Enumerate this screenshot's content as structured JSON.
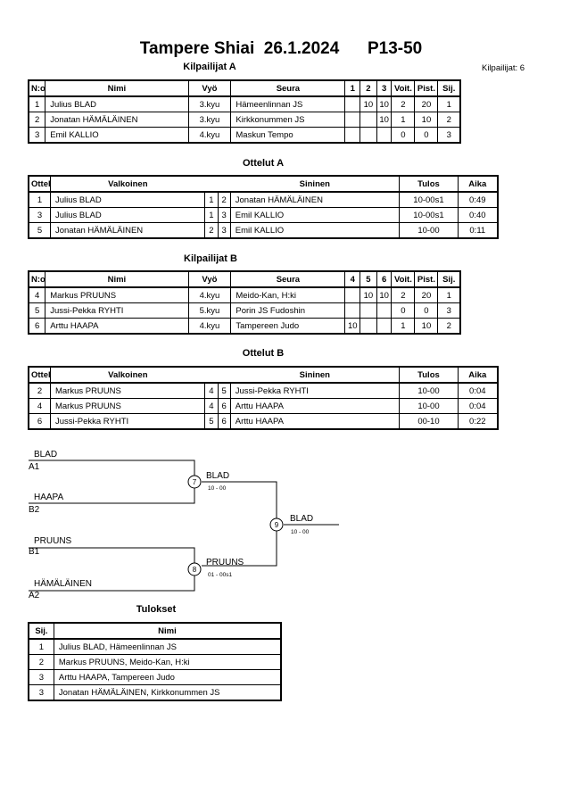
{
  "header": {
    "title": "Tampere Shiai  26.1.2024      P13-50",
    "competitors_count": "Kilpailijat: 6"
  },
  "pool_a": {
    "heading": "Kilpailijat A",
    "columns": [
      "N:o",
      "Nimi",
      "Vyö",
      "Seura",
      "1",
      "2",
      "3",
      "Voit.",
      "Pist.",
      "Sij."
    ],
    "rows": [
      {
        "no": "1",
        "name": "Julius BLAD",
        "belt": "3.kyu",
        "club": "Hämeenlinnan JS",
        "s1": "",
        "s2": "10",
        "s3": "10",
        "wins": "2",
        "pts": "20",
        "place": "1"
      },
      {
        "no": "2",
        "name": "Jonatan HÄMÄLÄINEN",
        "belt": "3.kyu",
        "club": "Kirkkonummen JS",
        "s1": "",
        "s2": "",
        "s3": "10",
        "wins": "1",
        "pts": "10",
        "place": "2"
      },
      {
        "no": "3",
        "name": "Emil KALLIO",
        "belt": "4.kyu",
        "club": "Maskun Tempo",
        "s1": "",
        "s2": "",
        "s3": "",
        "wins": "0",
        "pts": "0",
        "place": "3"
      }
    ]
  },
  "matches_a": {
    "heading": "Ottelut A",
    "columns": [
      "Ottelu",
      "Valkoinen",
      "Sininen",
      "Tulos",
      "Aika"
    ],
    "rows": [
      {
        "match": "1",
        "white": "Julius BLAD",
        "wn": "1",
        "bn": "2",
        "blue": "Jonatan HÄMÄLÄINEN",
        "result": "10-00s1",
        "time": "0:49"
      },
      {
        "match": "3",
        "white": "Julius BLAD",
        "wn": "1",
        "bn": "3",
        "blue": "Emil KALLIO",
        "result": "10-00s1",
        "time": "0:40"
      },
      {
        "match": "5",
        "white": "Jonatan HÄMÄLÄINEN",
        "wn": "2",
        "bn": "3",
        "blue": "Emil KALLIO",
        "result": "10-00",
        "time": "0:11"
      }
    ]
  },
  "pool_b": {
    "heading": "Kilpailijat B",
    "columns": [
      "N:o",
      "Nimi",
      "Vyö",
      "Seura",
      "4",
      "5",
      "6",
      "Voit.",
      "Pist.",
      "Sij."
    ],
    "rows": [
      {
        "no": "4",
        "name": "Markus PRUUNS",
        "belt": "4.kyu",
        "club": "Meido-Kan, H:ki",
        "s1": "",
        "s2": "10",
        "s3": "10",
        "wins": "2",
        "pts": "20",
        "place": "1"
      },
      {
        "no": "5",
        "name": "Jussi-Pekka RYHTI",
        "belt": "5.kyu",
        "club": "Porin JS Fudoshin",
        "s1": "",
        "s2": "",
        "s3": "",
        "wins": "0",
        "pts": "0",
        "place": "3"
      },
      {
        "no": "6",
        "name": "Arttu HAAPA",
        "belt": "4.kyu",
        "club": "Tampereen Judo",
        "s1": "10",
        "s2": "",
        "s3": "",
        "wins": "1",
        "pts": "10",
        "place": "2"
      }
    ]
  },
  "matches_b": {
    "heading": "Ottelut B",
    "columns": [
      "Ottelu",
      "Valkoinen",
      "Sininen",
      "Tulos",
      "Aika"
    ],
    "rows": [
      {
        "match": "2",
        "white": "Markus PRUUNS",
        "wn": "4",
        "bn": "5",
        "blue": "Jussi-Pekka RYHTI",
        "result": "10-00",
        "time": "0:04"
      },
      {
        "match": "4",
        "white": "Markus PRUUNS",
        "wn": "4",
        "bn": "6",
        "blue": "Arttu HAAPA",
        "result": "10-00",
        "time": "0:04"
      },
      {
        "match": "6",
        "white": "Jussi-Pekka RYHTI",
        "wn": "5",
        "bn": "6",
        "blue": "Arttu HAAPA",
        "result": "00-10",
        "time": "0:22"
      }
    ]
  },
  "bracket": {
    "sf1_top_name": "BLAD",
    "sf1_top_seed": "A1",
    "sf1_bottom_name": "HAAPA",
    "sf1_bottom_seed": "B2",
    "sf1_match": "7",
    "sf1_winner": "BLAD",
    "sf1_score": "10 - 00",
    "sf2_top_name": "PRUUNS",
    "sf2_top_seed": "B1",
    "sf2_bottom_name": "HÄMÄLÄINEN",
    "sf2_bottom_seed": "A2",
    "sf2_match": "8",
    "sf2_winner": "PRUUNS",
    "sf2_score": "01 - 00s1",
    "final_match": "9",
    "final_winner": "BLAD",
    "final_score": "10 - 00"
  },
  "results": {
    "heading": "Tulokset",
    "columns": [
      "Sij.",
      "Nimi"
    ],
    "rows": [
      {
        "place": "1",
        "name": "Julius BLAD, Hämeenlinnan JS"
      },
      {
        "place": "2",
        "name": "Markus PRUUNS, Meido-Kan, H:ki"
      },
      {
        "place": "3",
        "name": "Arttu HAAPA, Tampereen Judo"
      },
      {
        "place": "3",
        "name": "Jonatan HÄMÄLÄINEN, Kirkkonummen JS"
      }
    ]
  }
}
